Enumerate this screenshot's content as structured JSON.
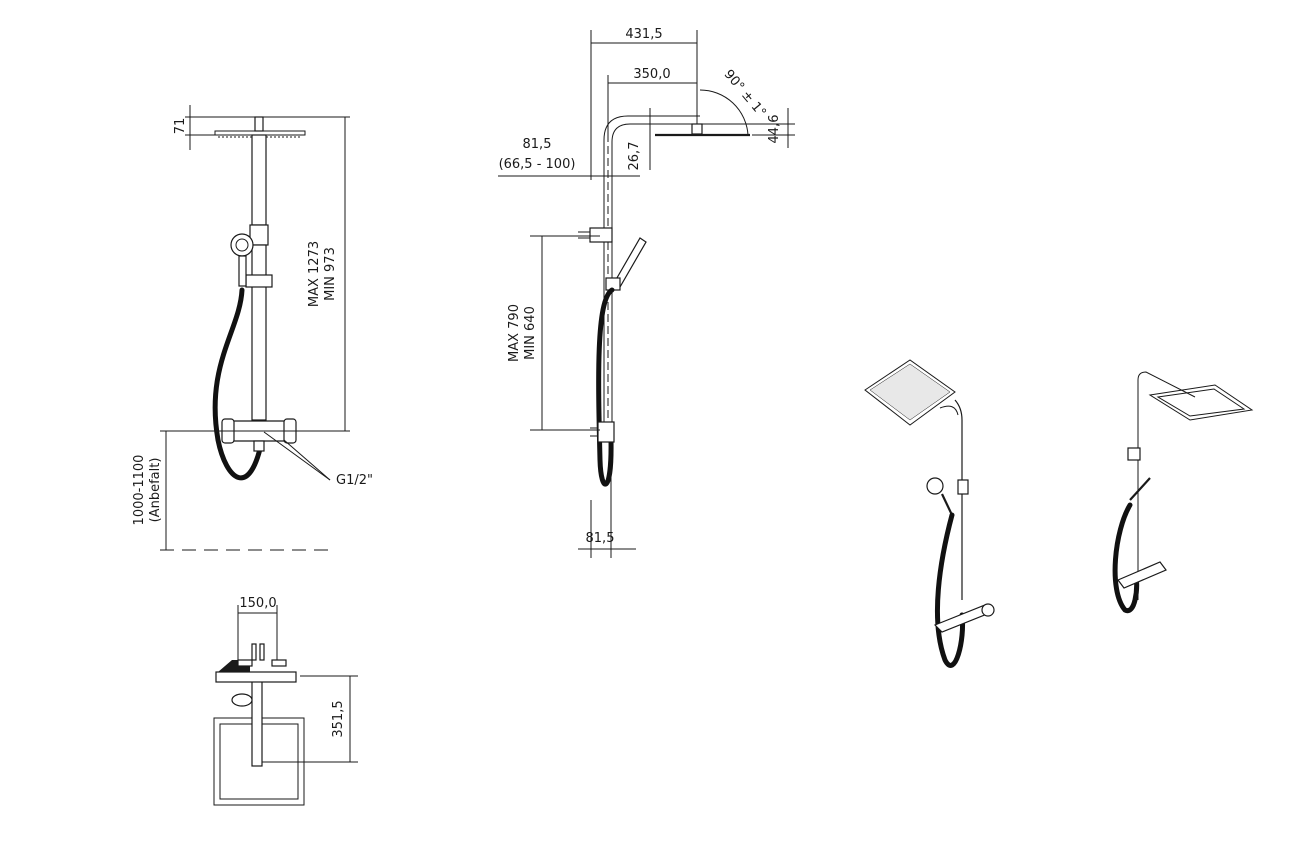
{
  "drawing": {
    "front_view": {
      "dim_top": "71",
      "dim_max": "MAX 1273",
      "dim_min": "MIN 973",
      "dim_height": "1000-1100",
      "dim_height_note": "(Anbefalt)",
      "connection": "G1/2\""
    },
    "side_view": {
      "dim_arm_total": "431,5",
      "dim_arm": "350,0",
      "dim_angle": "90° ± 1°",
      "dim_head": "44,6",
      "dim_drop": "26,7",
      "dim_wall": "81,5",
      "dim_wall_range": "(66,5 - 100)",
      "dim_slide_max": "MAX 790",
      "dim_slide_min": "MIN 640",
      "dim_bottom": "81,5"
    },
    "top_view": {
      "dim_centers": "150,0",
      "dim_depth": "351,5"
    }
  }
}
